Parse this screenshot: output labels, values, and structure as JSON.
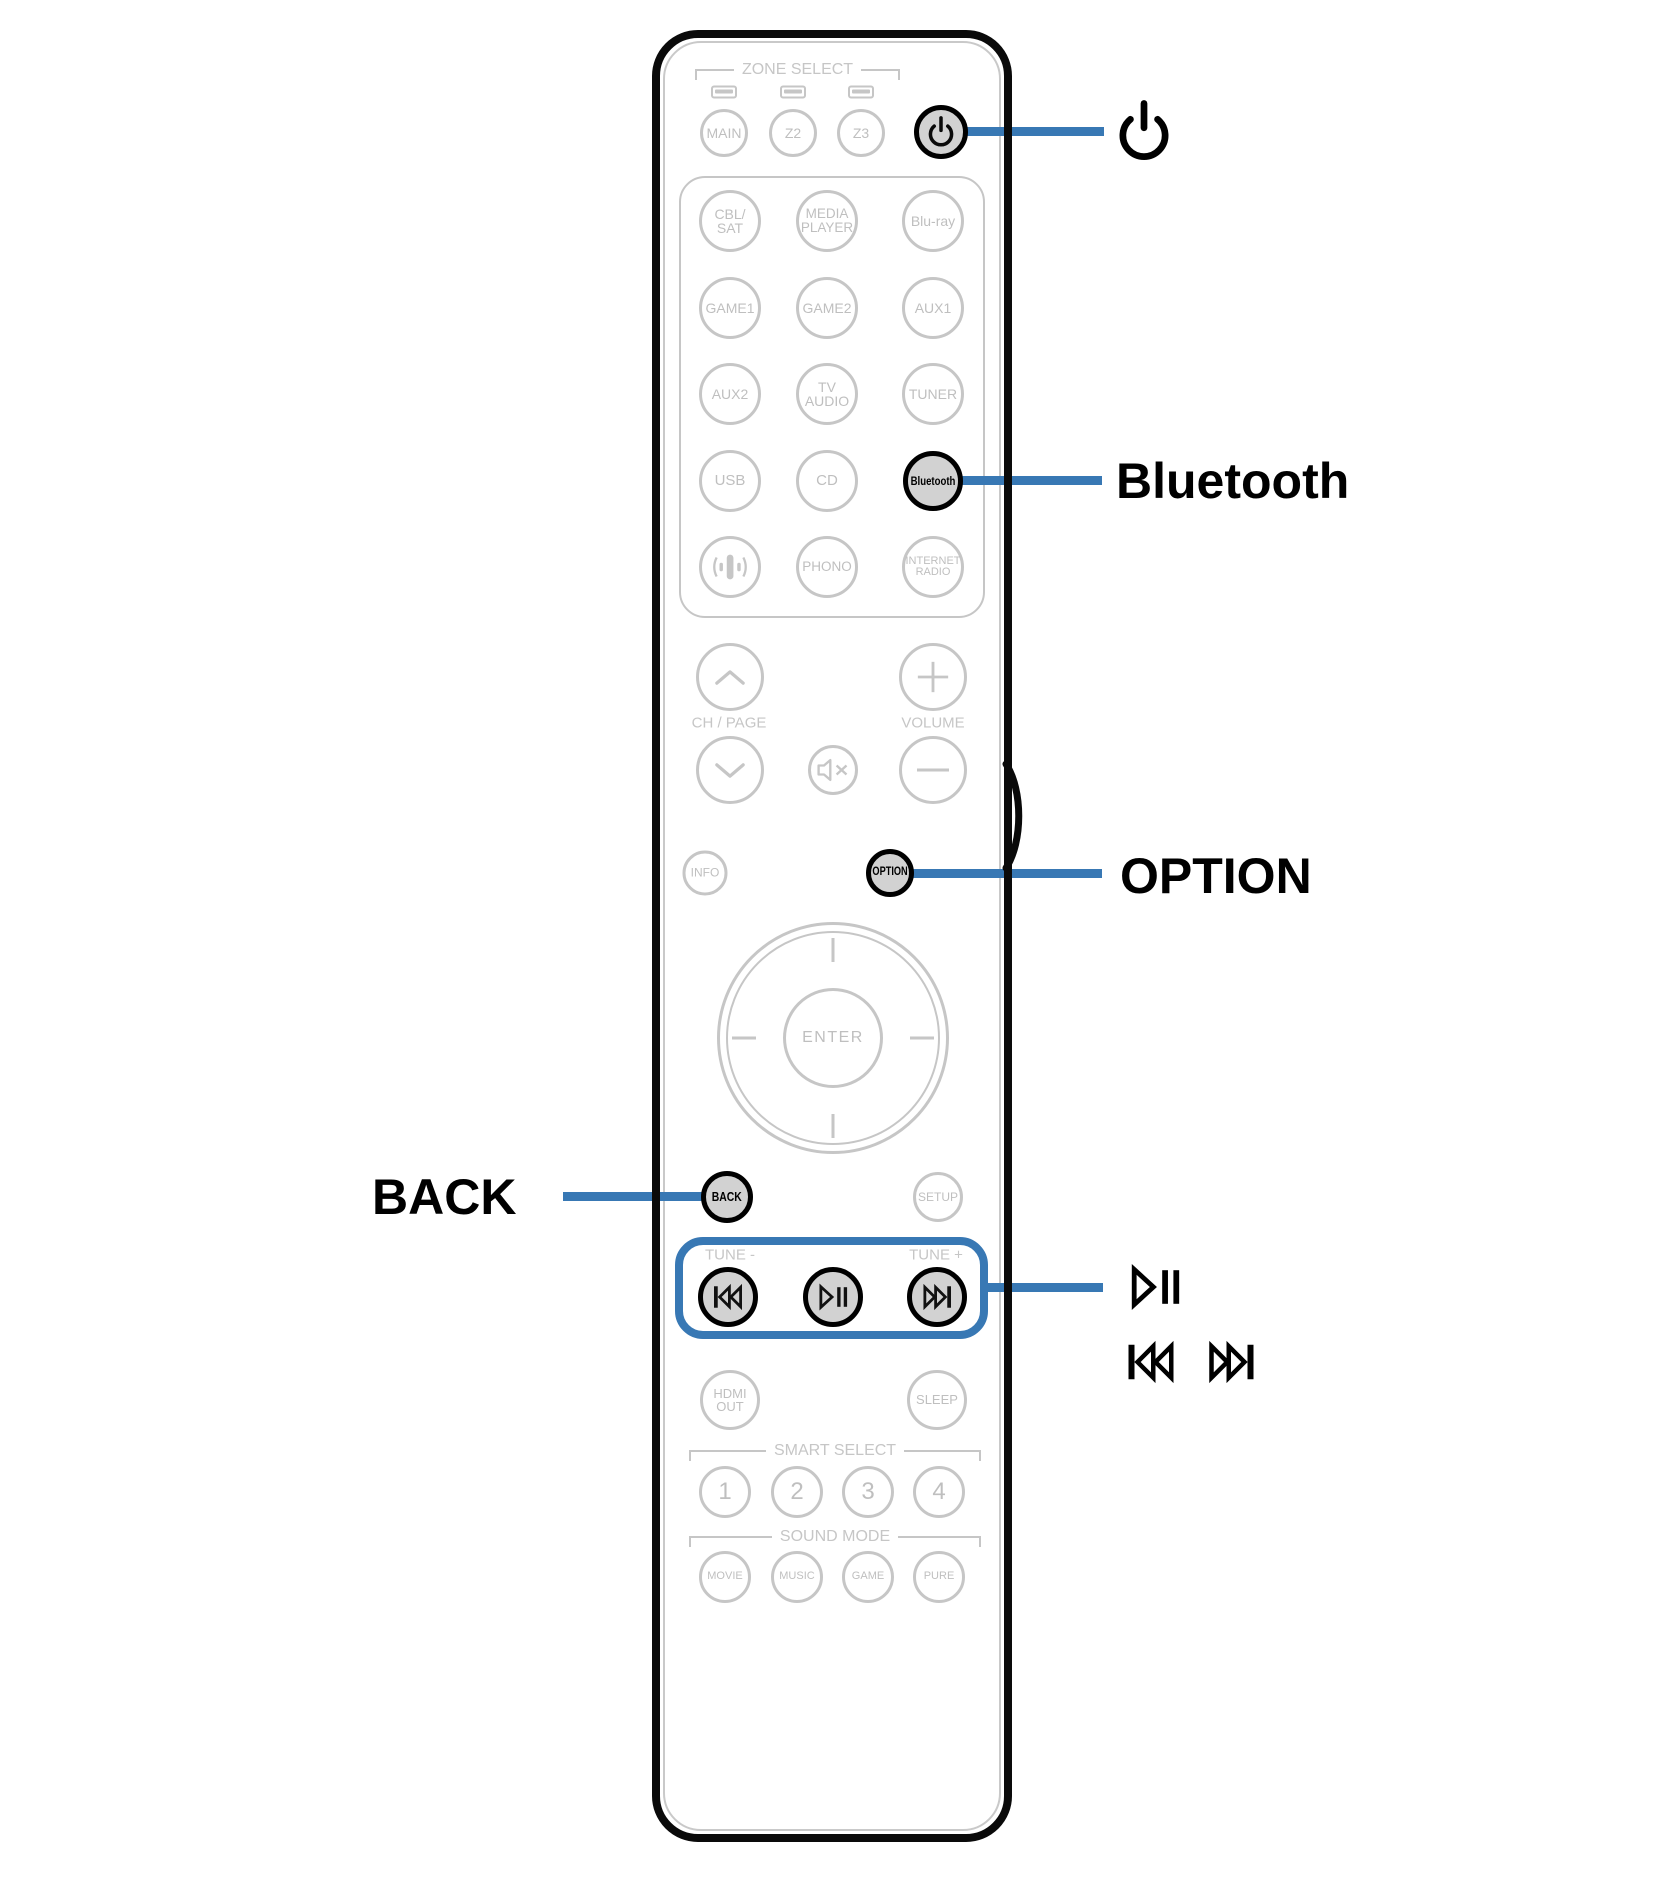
{
  "colors": {
    "accent_blue": "#3878B4",
    "outline_gray": "#C6C6C6",
    "highlight_fill": "#D2D2D2",
    "outline_black": "#0A0A0A"
  },
  "remote": {
    "zone_select": {
      "label": "ZONE SELECT",
      "buttons": [
        "MAIN",
        "Z2",
        "Z3"
      ]
    },
    "sources": {
      "buttons": [
        "CBL/\nSAT",
        "MEDIA\nPLAYER",
        "Blu-ray",
        "GAME1",
        "GAME2",
        "AUX1",
        "AUX2",
        "TV\nAUDIO",
        "TUNER",
        "USB",
        "CD",
        "Bluetooth",
        "",
        "PHONO",
        "INTERNET\nRADIO"
      ]
    },
    "ch_page": {
      "label": "CH / PAGE"
    },
    "volume": {
      "label": "VOLUME"
    },
    "info_label": "INFO",
    "option_label": "OPTION",
    "enter_label": "ENTER",
    "back_label": "BACK",
    "setup_label": "SETUP",
    "tune_minus": "TUNE -",
    "tune_plus": "TUNE +",
    "hdmi_label": "HDMI\nOUT",
    "sleep_label": "SLEEP",
    "smart_select": {
      "label": "SMART SELECT",
      "buttons": [
        "1",
        "2",
        "3",
        "4"
      ]
    },
    "sound_mode": {
      "label": "SOUND MODE",
      "buttons": [
        "MOVIE",
        "MUSIC",
        "GAME",
        "PURE"
      ]
    }
  },
  "callouts": {
    "power_icon": "power-icon",
    "bluetooth": "Bluetooth",
    "option": "OPTION",
    "back": "BACK",
    "playback_icons": [
      "play-pause-icon",
      "skip-back-icon",
      "skip-forward-icon"
    ]
  }
}
